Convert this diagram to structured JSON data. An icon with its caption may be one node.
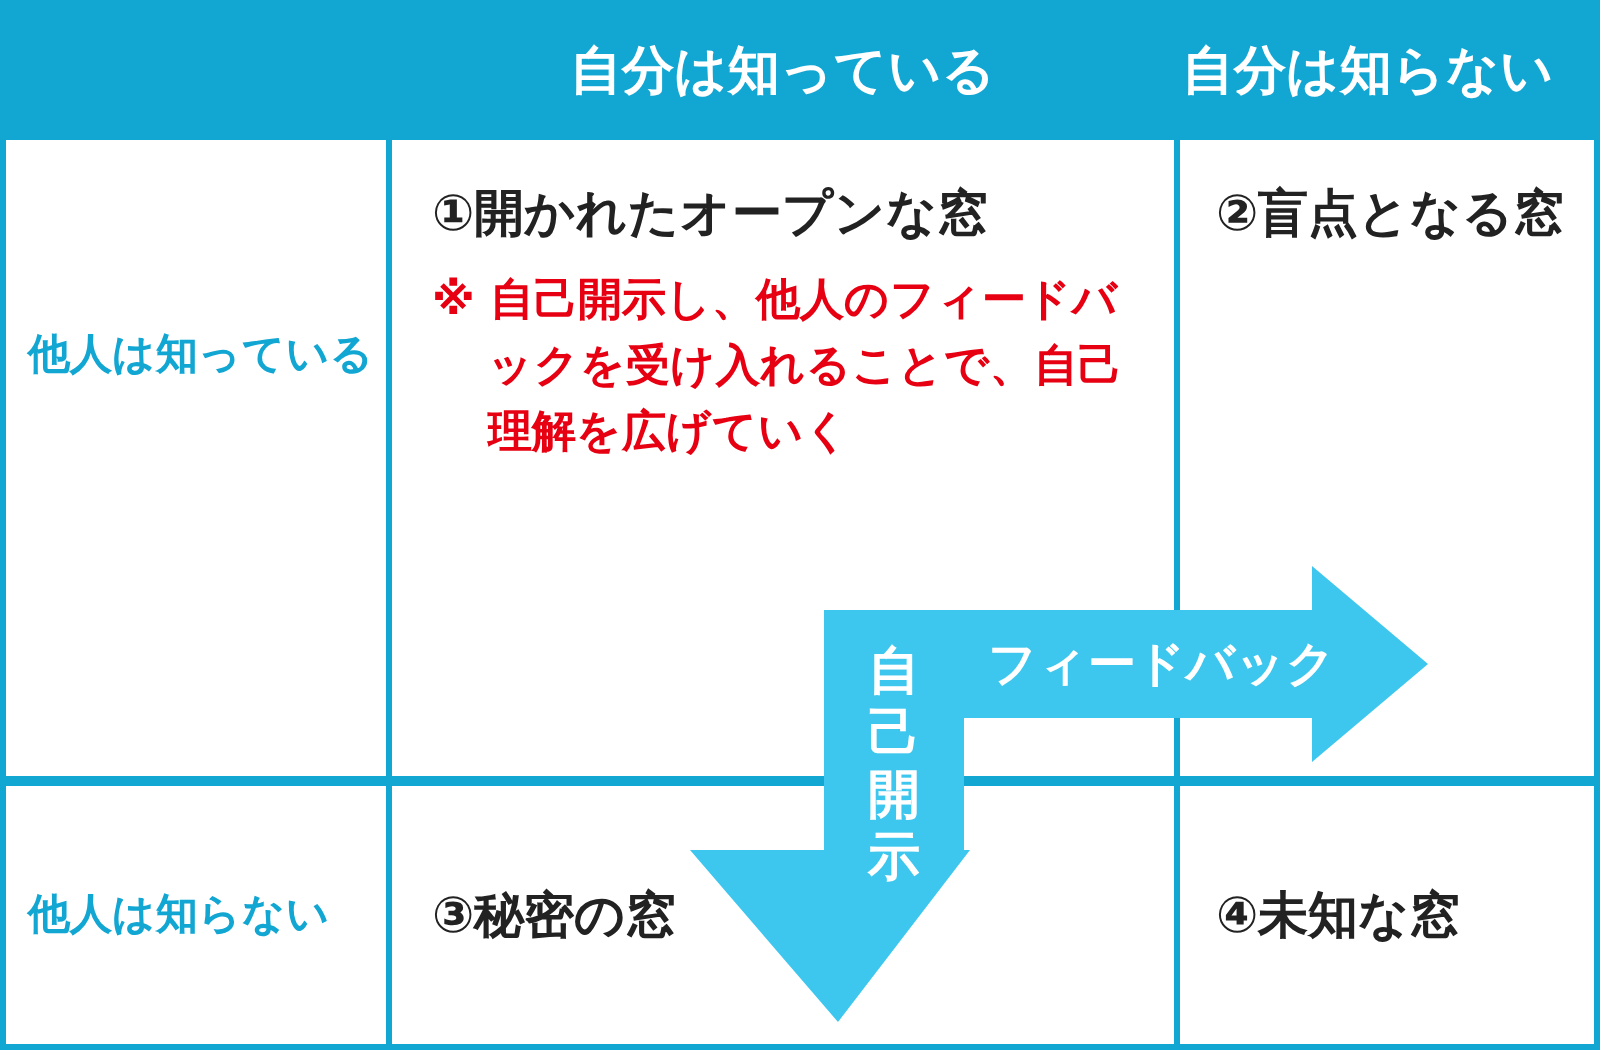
{
  "diagram": {
    "nodes": [
      {
        "text": [
          "①開かれたオープンな窓",
          "※ 自己開示し、他人のフィードバックを受け入れることで、自己理解を広げていく"
        ]
      },
      {
        "text": [
          "②盲点となる窓"
        ]
      },
      {
        "text": [
          "③秘密の窓"
        ]
      },
      {
        "text": [
          "④未知な窓"
        ]
      },
      {
        "text": [
          "フィードバック"
        ]
      },
      {
        "text": [
          "自己開示"
        ]
      }
    ],
    "edges": [],
    "labels": [
      "自分は知っている",
      "自分は知らない",
      "他人は知っている",
      "他人は知らない"
    ]
  }
}
